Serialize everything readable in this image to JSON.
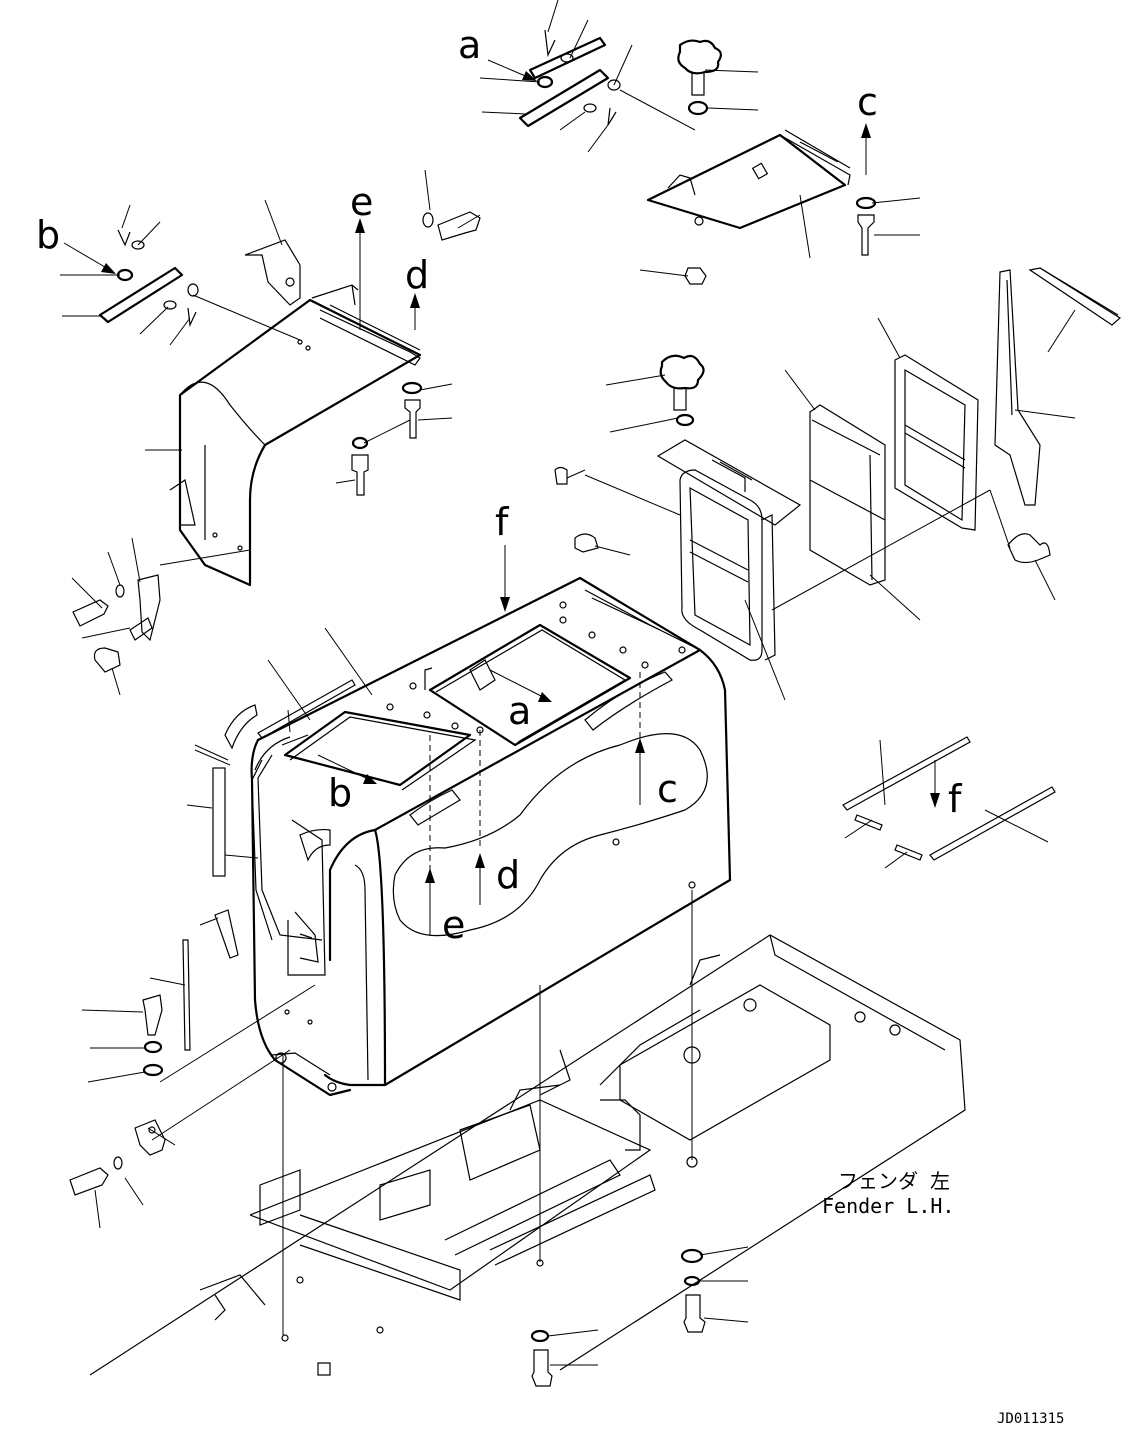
{
  "callouts": {
    "a": "a",
    "b": "b",
    "c": "c",
    "d": "d",
    "e": "e",
    "f": "f"
  },
  "caption": {
    "jp": "フェンダ 左",
    "en": "Fender L.H."
  },
  "drawing_code": "JD011315"
}
